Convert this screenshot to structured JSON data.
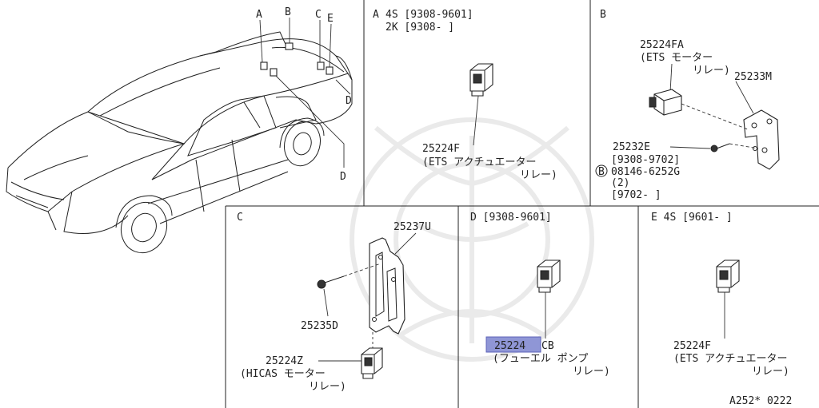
{
  "car_callouts": {
    "a": "A",
    "b": "B",
    "c": "C",
    "e": "E",
    "d": "D"
  },
  "panel_a": {
    "letter": "A",
    "line1": "4S [9308-9601]",
    "line2": "2K [9308-    ]",
    "part_no": "25224F",
    "desc1": "(ETS アクチュエーター",
    "desc2": "リレー)"
  },
  "panel_b": {
    "letter": "B",
    "relay_part_no": "25224FA",
    "relay_desc1": "(ETS モーター",
    "relay_desc2": "リレー)",
    "bracket_part_no": "25233M",
    "screw_part_no": "25232E",
    "screw_date": "[9308-9702]",
    "bolt_marker": "B",
    "bolt_part_no": "08146-6252G",
    "bolt_qty": "(2)",
    "bolt_date": "[9702-    ]"
  },
  "panel_c": {
    "letter": "C",
    "bracket_part_no": "25237U",
    "screw_part_no": "25235D",
    "relay_part_no": "25224Z",
    "relay_desc1": "(HICAS モーター",
    "relay_desc2": "リレー)"
  },
  "panel_d": {
    "header": "D [9308-9601]",
    "part_no_highlight": "25224",
    "part_no_suffix": "CB",
    "desc1": "(フューエル  ポンプ",
    "desc2": "リレー)"
  },
  "panel_e": {
    "header": "E 4S [9601-    ]",
    "part_no": "25224F",
    "desc1": "(ETS アクチュエーター",
    "desc2": "リレー)"
  },
  "footer": {
    "ref_code": "A252* 0222"
  }
}
